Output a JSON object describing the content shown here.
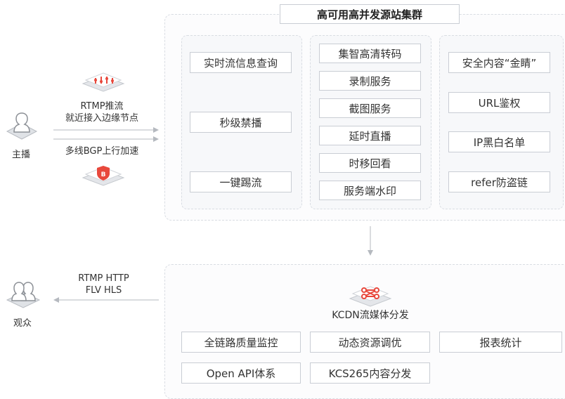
{
  "cluster": {
    "title": "高可用高并发源站集群",
    "col1": [
      "实时流信息查询",
      "秒级禁播",
      "一键踢流"
    ],
    "col2": [
      "集智高清转码",
      "录制服务",
      "截图服务",
      "延时直播",
      "时移回看",
      "服务端水印"
    ],
    "col3": [
      "安全内容“金睛”",
      "URL鉴权",
      "IP黑白名单",
      "refer防盗链"
    ]
  },
  "anchor": {
    "label": "主播",
    "push_line1": "RTMP推流",
    "push_line2": "就近接入边缘节点",
    "bgp": "多线BGP上行加速"
  },
  "viewer": {
    "label": "观众",
    "proto_line1": "RTMP HTTP",
    "proto_line2": "FLV HLS"
  },
  "cdn": {
    "title": "KCDN流媒体分发",
    "row1": [
      "全链路质量监控",
      "动态资源调优",
      "报表统计"
    ],
    "row2": [
      "Open API体系",
      "KCS265内容分发"
    ]
  },
  "colors": {
    "accent": "#e8483c",
    "border": "#c9cdd4",
    "arrow": "#b5b9bf"
  }
}
